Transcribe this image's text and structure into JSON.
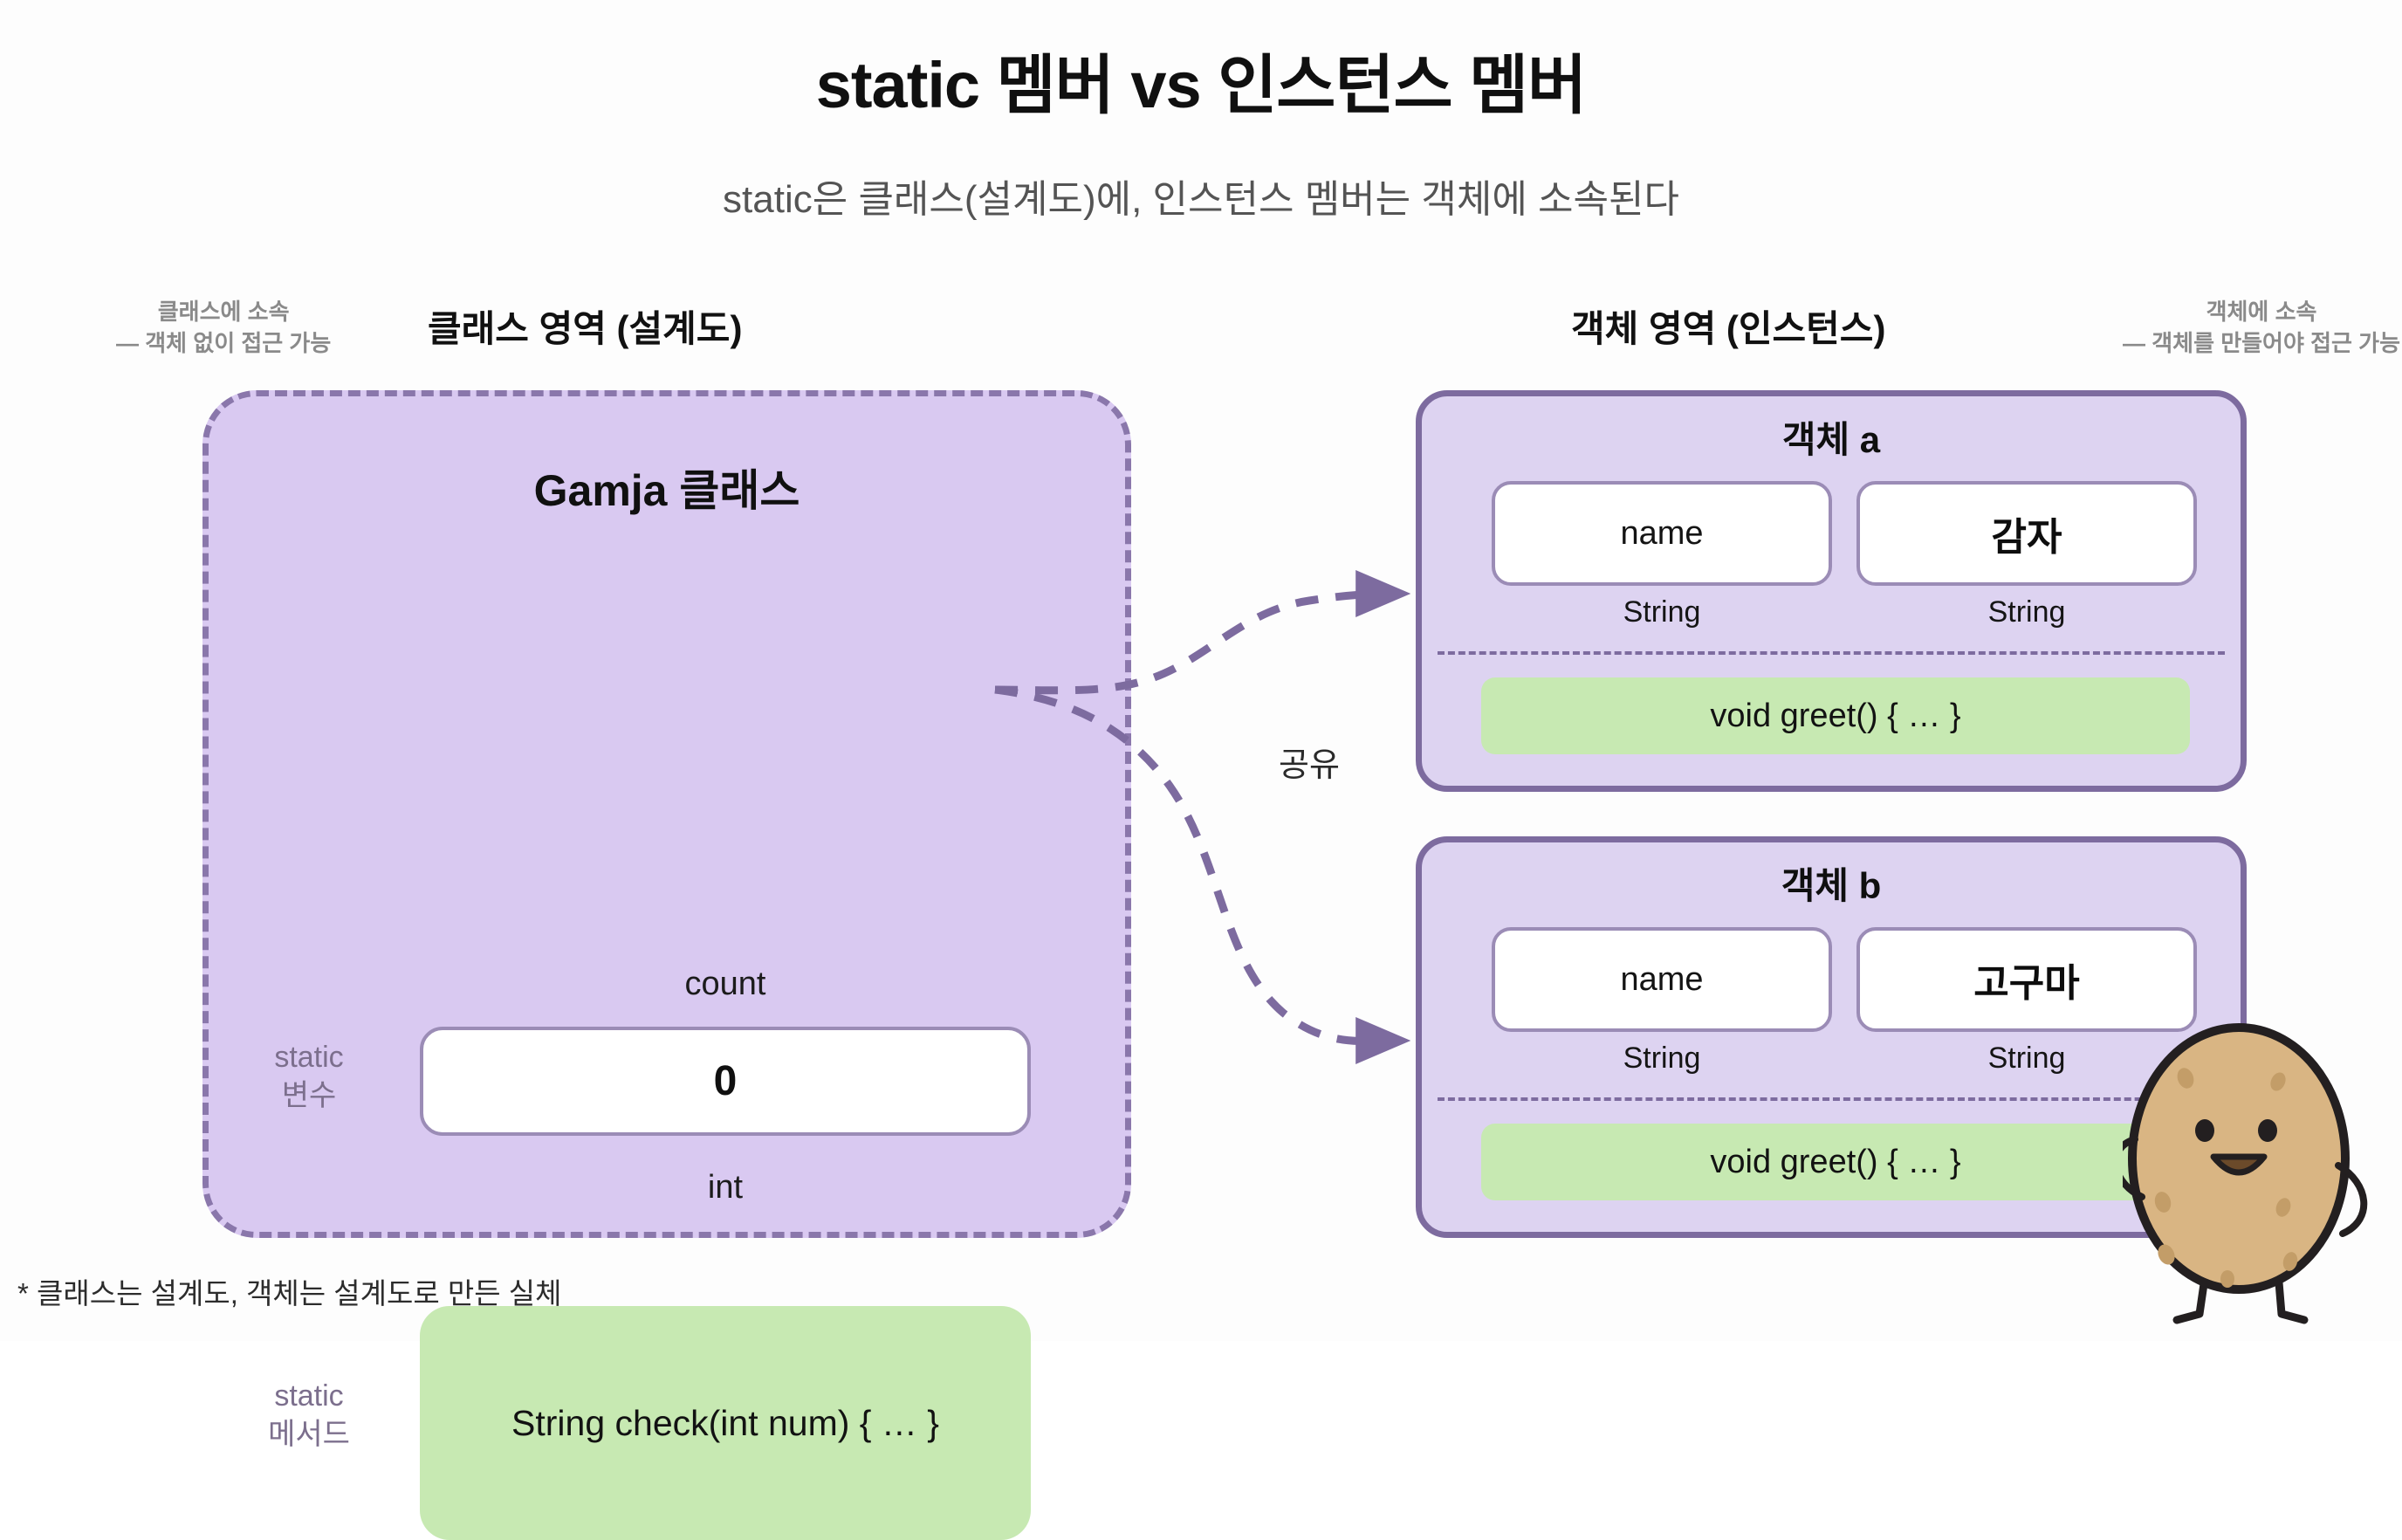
{
  "header": {
    "title": "static 멤버 vs 인스턴스 멤버",
    "subtitle": "static은 클래스(설계도)에, 인스턴스 멤버는 객체에 소속된다"
  },
  "class_side": {
    "heading": "클래스 영역 (설계도)",
    "note_line1": "클래스에 소속",
    "note_line2": "— 객체 없이 접근 가능",
    "class_title": "Gamja 클래스",
    "static_variable_tag_line1": "static",
    "static_variable_tag_line2": "변수",
    "static_method_tag_line1": "static",
    "static_method_tag_line2": "메서드",
    "field_name": "count",
    "field_value": "0",
    "field_type": "int",
    "static_method": "String check(int num) { … }"
  },
  "object_side": {
    "heading": "객체 영역 (인스턴스)",
    "note_line1": "객체에 소속",
    "note_line2": "— 객체를 만들어야 접근 가능",
    "objects": [
      {
        "title": "객체 a",
        "field_name": "name",
        "field_value": "감자",
        "name_type": "String",
        "value_type": "String",
        "method": "void greet() { … }"
      },
      {
        "title": "객체 b",
        "field_name": "name",
        "field_value": "고구마",
        "name_type": "String",
        "value_type": "String",
        "method": "void greet() { … }"
      }
    ]
  },
  "connector": {
    "share_label": "공유"
  },
  "footer": {
    "note": "* 클래스는 설계도, 객체는 설계도로 만든 실체"
  },
  "colors": {
    "class_fill": "#d9c9f1",
    "class_border": "#8a77ab",
    "object_fill": "#ddd3f1",
    "object_border": "#7d6b9f",
    "method_green": "#c7e9b2",
    "value_white": "#ffffff",
    "arrow": "#7d6b9f",
    "title_text": "#101010",
    "subtitle_text": "#545454",
    "muted_tag": "#7c6f8d",
    "potato_body": "#d9b583",
    "potato_outline": "#231f20"
  },
  "mascot": {
    "name": "potato-mascot"
  }
}
